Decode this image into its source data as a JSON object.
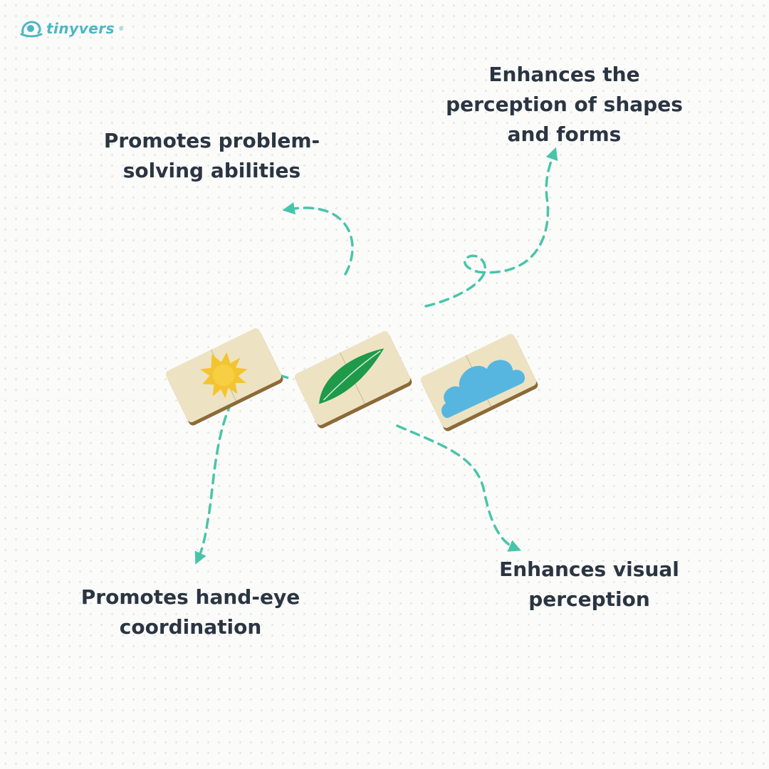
{
  "brand": {
    "name": "tinyvers",
    "registered_mark": "®"
  },
  "benefits": {
    "problem_solving": {
      "line1": "Promotes problem-",
      "line2": "solving abilities"
    },
    "shapes_forms": {
      "line1": "Enhances the",
      "line2": "perception of shapes",
      "line3": "and forms"
    },
    "hand_eye": {
      "line1": "Promotes hand-eye",
      "line2": "coordination"
    },
    "visual_perception": {
      "line1": "Enhances visual",
      "line2": "perception"
    }
  },
  "puzzles": [
    {
      "picture": "sun-icon",
      "color": "#f4c430"
    },
    {
      "picture": "leaf-icon",
      "color": "#1e9a4a"
    },
    {
      "picture": "cloud-icon",
      "color": "#57b6e0"
    }
  ],
  "colors": {
    "accent": "#48c5a9",
    "text": "#2b3542",
    "wood": "#ede3c3",
    "brand": "#4bb7c4"
  }
}
